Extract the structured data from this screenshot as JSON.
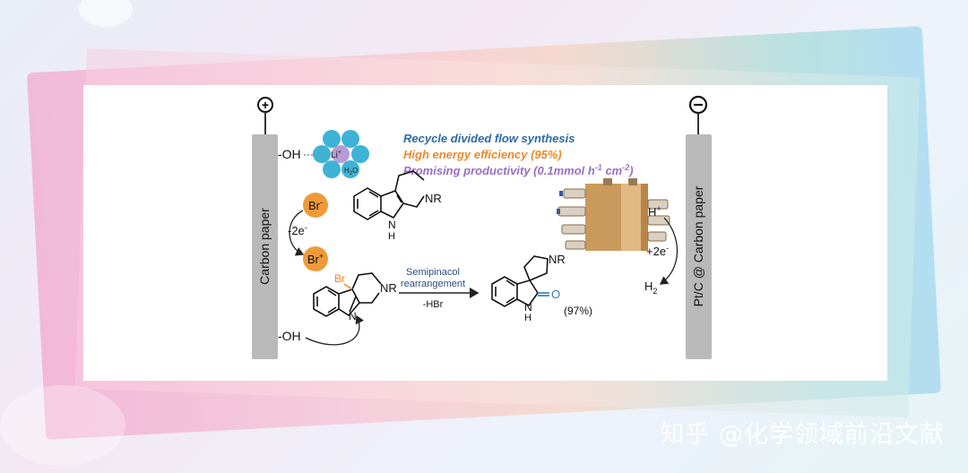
{
  "anode": {
    "symbol": "+",
    "electrode_label": "Carbon paper"
  },
  "cathode": {
    "symbol": "−",
    "electrode_label": "Pt/C @ Carbon paper"
  },
  "features": [
    {
      "text": "Recycle divided flow synthesis",
      "color": "#2b6aa7"
    },
    {
      "text": "High energy efficiency (95%)",
      "color": "#e88a2d"
    },
    {
      "text": "Promising productivity (0.1mmol h",
      "sup1": "-1",
      "mid": " cm",
      "sup2": "-2",
      "end": ")",
      "color": "#9a6ec4"
    }
  ],
  "labels": {
    "oh_top": "-OH",
    "li": "Li",
    "li_sup": "+",
    "water": "H",
    "water_sub": "2",
    "water_end": "O",
    "br_minus": "Br",
    "br_minus_sup": "-",
    "br_plus": "Br",
    "br_plus_sup": "+",
    "minus_2e": "-2e",
    "minus_2e_sup": "-",
    "nr_top": "NR",
    "nh_top": "H",
    "n_top": "N",
    "br_atom": "Br",
    "nr_mid": "NR",
    "n_mid": "N",
    "oh_bottom": "-OH",
    "arrow_top1": "Semipinacol",
    "arrow_top2": "rearrangement",
    "arrow_bottom": "-HBr",
    "nr_product": "NR",
    "o_product": "O",
    "n_product": "N",
    "h_product": "H",
    "yield": "(97%)",
    "h_plus": "H",
    "h_plus_sup": "+",
    "plus_2e": "+2e",
    "plus_2e_sup": "-",
    "h2": "H",
    "h2_sub": "2"
  },
  "colors": {
    "cyan_ball": "#3fb3d6",
    "li_ball": "#b79ad6",
    "br_ball": "#ef9a3a",
    "electrode": "#b9b9b9",
    "br_atom": "#ef8a2a",
    "carbonyl": "#2e78b8"
  },
  "watermark": "知乎 @化学领域前沿文献"
}
